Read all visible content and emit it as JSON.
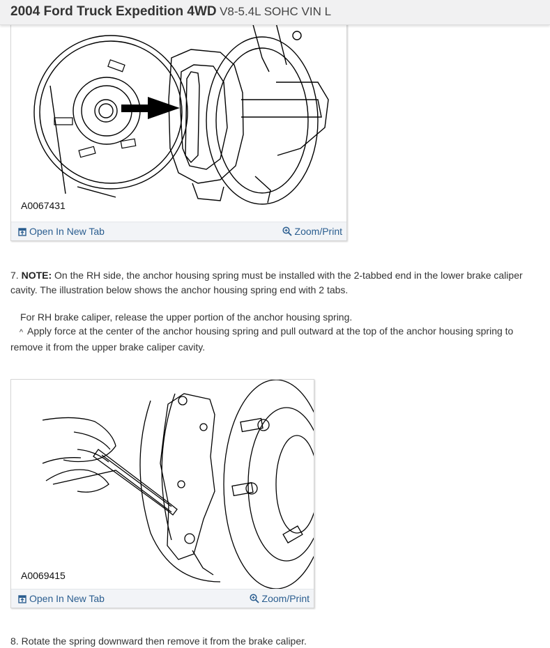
{
  "header": {
    "title_main": "2004 Ford Truck Expedition 4WD",
    "title_sub": "V8-5.4L SOHC VIN L"
  },
  "figures": [
    {
      "code": "A0067431",
      "open_label": "Open In New Tab",
      "zoom_label": "Zoom/Print"
    },
    {
      "code": "A0069415",
      "open_label": "Open In New Tab",
      "zoom_label": "Zoom/Print"
    }
  ],
  "steps": {
    "step7": {
      "number": "7.",
      "note_label": "NOTE:",
      "note_text": "On the RH side, the anchor housing spring must be installed with the 2-tabbed end in the lower brake caliper cavity. The illustration below shows the anchor housing spring end with 2 tabs.",
      "sub_text": "For RH brake caliper, release the upper portion of the anchor housing spring.",
      "bullet_mark": "^",
      "bullet_text": "Apply force at the center of the anchor housing spring and pull outward at the top of the anchor housing spring to remove it from the upper brake caliper cavity."
    },
    "step8": {
      "number": "8.",
      "text": "Rotate the spring downward then remove it from the brake caliper."
    }
  },
  "colors": {
    "link": "#2a5d8f",
    "header_bg": "#f1f1f2",
    "bar_bg": "#f2f4f7"
  }
}
